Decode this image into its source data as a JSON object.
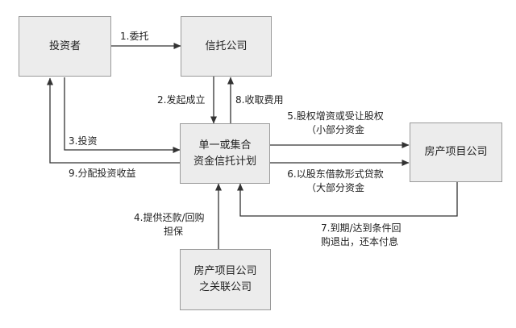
{
  "nodes": {
    "investor": "投资者",
    "trust_company": "信托公司",
    "trust_plan": [
      "单一或集合",
      "资金信托计划"
    ],
    "real_estate": "房产项目公司",
    "affiliate": [
      "房产项目公司",
      "之关联公司"
    ]
  },
  "edges": {
    "e1": "1.委托",
    "e2": "2.发起成立",
    "e3": "3.投资",
    "e4": [
      "4.提供还款/回购",
      "担保"
    ],
    "e5": [
      "5.股权增资或受让股权",
      "（小部分资金"
    ],
    "e6": [
      "6.以股东借款形式贷款",
      "（大部分资金"
    ],
    "e7": [
      "7.到期/达到条件回",
      "购退出，还本付息"
    ],
    "e8": "8.收取费用",
    "e9": "9.分配投资收益"
  }
}
